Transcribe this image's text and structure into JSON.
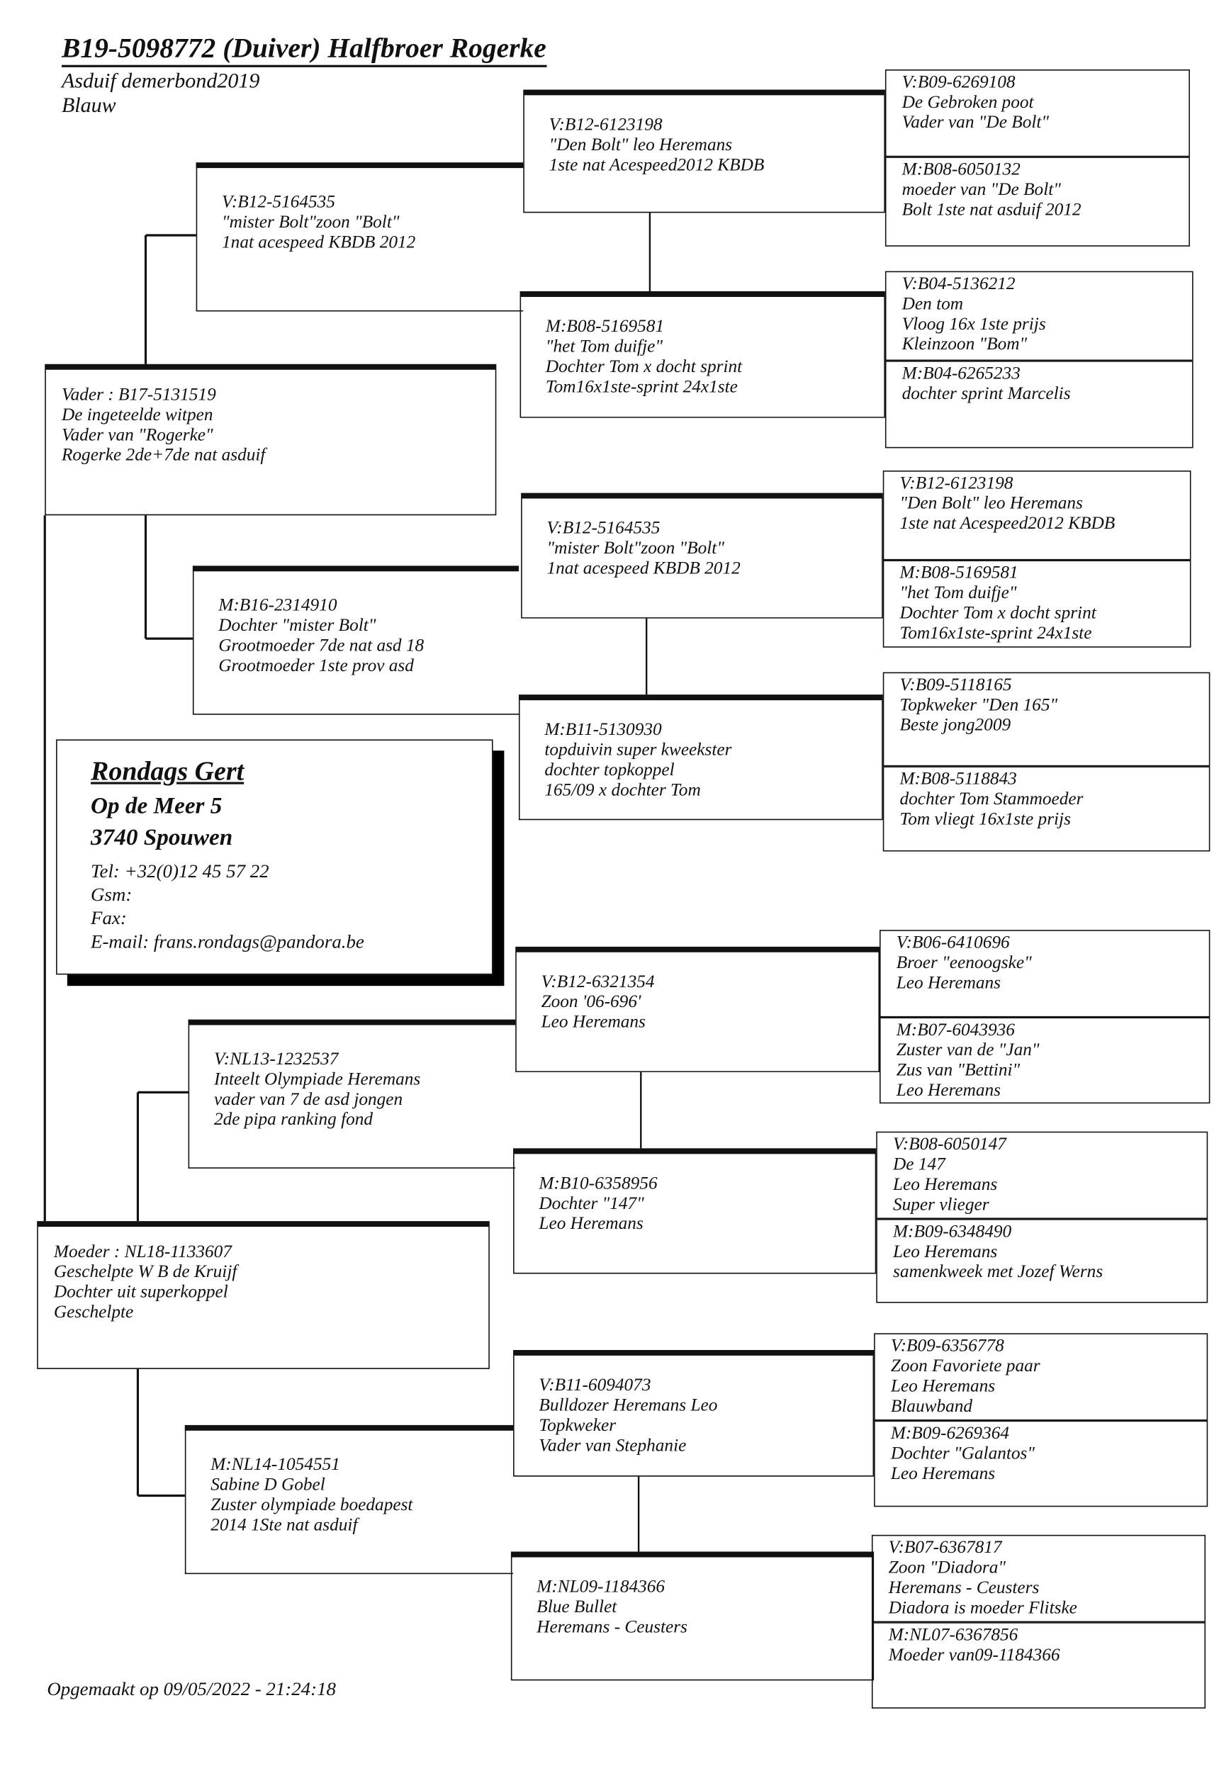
{
  "subject": {
    "title": "B19-5098772 (Duiver) Halfbroer Rogerke",
    "line1": "Asduif demerbond2019",
    "line2": "Blauw"
  },
  "gen1": [
    {
      "lines": [
        "Vader : B17-5131519",
        "De ingeteelde witpen",
        "Vader van \"Rogerke\"",
        "Rogerke 2de+7de nat asduif"
      ]
    },
    {
      "lines": [
        "Moeder : NL18-1133607",
        "Geschelpte W B de Kruijf",
        "Dochter uit superkoppel",
        "Geschelpte"
      ]
    }
  ],
  "gen2": [
    {
      "lines": [
        "V:B12-5164535",
        "\"mister Bolt\"zoon \"Bolt\"",
        "1nat acespeed KBDB 2012"
      ]
    },
    {
      "lines": [
        "M:B16-2314910",
        "Dochter \"mister Bolt\"",
        "Grootmoeder 7de nat asd 18",
        "Grootmoeder 1ste prov asd"
      ]
    },
    {
      "lines": [
        "V:NL13-1232537",
        "Inteelt Olympiade Heremans",
        "vader van 7 de asd jongen",
        "2de pipa ranking fond"
      ]
    },
    {
      "lines": [
        "M:NL14-1054551",
        "Sabine   D Gobel",
        "Zuster olympiade boedapest",
        "2014 1Ste nat asduif"
      ]
    }
  ],
  "gen3": [
    {
      "lines": [
        "V:B12-6123198",
        "\"Den Bolt\" leo Heremans",
        "1ste nat Acespeed2012 KBDB"
      ]
    },
    {
      "lines": [
        "M:B08-5169581",
        "\"het Tom duifje\"",
        "Dochter Tom x docht sprint",
        "Tom16x1ste-sprint 24x1ste"
      ]
    },
    {
      "lines": [
        "V:B12-5164535",
        "\"mister Bolt\"zoon \"Bolt\"",
        "1nat acespeed KBDB 2012"
      ]
    },
    {
      "lines": [
        "M:B11-5130930",
        "topduivin super kweekster",
        "dochter topkoppel",
        "165/09 x dochter Tom"
      ]
    },
    {
      "lines": [
        "V:B12-6321354",
        "Zoon '06-696'",
        "Leo Heremans"
      ]
    },
    {
      "lines": [
        "M:B10-6358956",
        "Dochter \"147\"",
        "Leo Heremans"
      ]
    },
    {
      "lines": [
        "V:B11-6094073",
        "Bulldozer  Heremans Leo",
        "Topkweker",
        "Vader van Stephanie"
      ]
    },
    {
      "lines": [
        "M:NL09-1184366",
        "Blue Bullet",
        "Heremans - Ceusters"
      ]
    }
  ],
  "gen4": [
    {
      "lines": [
        "V:B09-6269108",
        "De Gebroken poot",
        "Vader van \"De Bolt\""
      ]
    },
    {
      "lines": [
        "M:B08-6050132",
        "moeder van \"De Bolt\"",
        "Bolt 1ste nat asduif 2012"
      ]
    },
    {
      "lines": [
        "V:B04-5136212",
        "Den tom",
        "Vloog 16x 1ste prijs",
        "Kleinzoon \"Bom\""
      ]
    },
    {
      "lines": [
        "M:B04-6265233",
        "dochter sprint Marcelis"
      ]
    },
    {
      "lines": [
        "V:B12-6123198",
        "\"Den Bolt\" leo Heremans",
        "1ste nat Acespeed2012 KBDB"
      ]
    },
    {
      "lines": [
        "M:B08-5169581",
        "\"het Tom duifje\"",
        "Dochter Tom x docht sprint",
        "Tom16x1ste-sprint 24x1ste"
      ]
    },
    {
      "lines": [
        "V:B09-5118165",
        "Topkweker \"Den 165\"",
        "Beste jong2009"
      ]
    },
    {
      "lines": [
        "M:B08-5118843",
        "dochter Tom Stammoeder",
        "Tom vliegt 16x1ste prijs"
      ]
    },
    {
      "lines": [
        "V:B06-6410696",
        "Broer \"eenoogske\"",
        "Leo Heremans"
      ]
    },
    {
      "lines": [
        "M:B07-6043936",
        "Zuster van de \"Jan\"",
        "Zus van \"Bettini\"",
        "Leo Heremans"
      ]
    },
    {
      "lines": [
        "V:B08-6050147",
        "De 147",
        "Leo Heremans",
        "Super vlieger"
      ]
    },
    {
      "lines": [
        "M:B09-6348490",
        "Leo Heremans",
        "samenkweek met Jozef Werns"
      ]
    },
    {
      "lines": [
        "V:B09-6356778",
        "Zoon Favoriete paar",
        "Leo Heremans",
        "Blauwband"
      ]
    },
    {
      "lines": [
        "M:B09-6269364",
        "Dochter \"Galantos\"",
        "Leo Heremans"
      ]
    },
    {
      "lines": [
        "V:B07-6367817",
        "Zoon \"Diadora\"",
        "Heremans - Ceusters",
        "Diadora is moeder Flitske"
      ]
    },
    {
      "lines": [
        "M:NL07-6367856",
        "Moeder van09-1184366"
      ]
    }
  ],
  "contact": {
    "name": "Rondags Gert",
    "street": "Op de Meer 5",
    "city": "3740 Spouwen",
    "tel": "Tel: +32(0)12 45 57 22",
    "gsm": "Gsm:",
    "fax": "Fax:",
    "email": "E-mail: frans.rondags@pandora.be"
  },
  "footer": "Opgemaakt op 09/05/2022 - 21:24:18"
}
